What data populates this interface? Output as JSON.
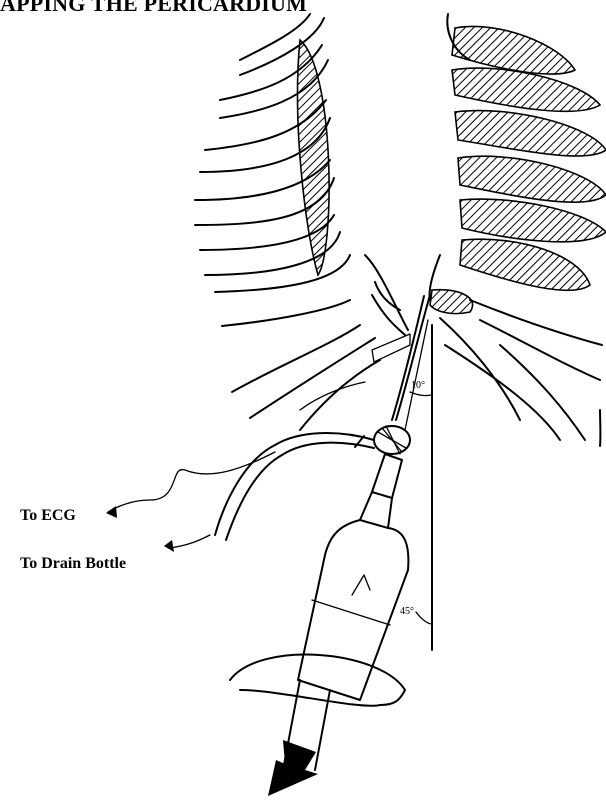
{
  "title": "APPING THE PERICARDIUM",
  "labels": {
    "to_ecg": "To ECG",
    "to_drain": "To Drain Bottle",
    "angle_small": "10°",
    "angle_large": "45°"
  },
  "colors": {
    "ink": "#000000",
    "background": "#ffffff"
  }
}
